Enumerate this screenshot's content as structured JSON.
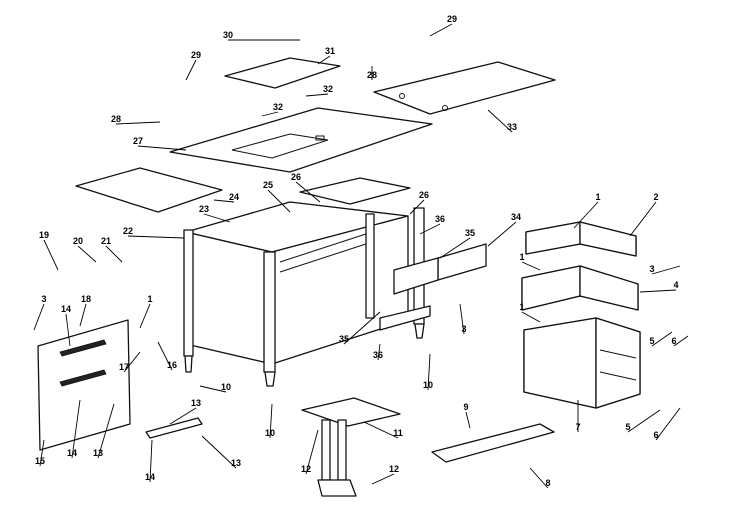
{
  "callouts": [
    {
      "id": "c30",
      "text": "30"
    },
    {
      "id": "c31",
      "text": "31"
    },
    {
      "id": "c29a",
      "text": "29"
    },
    {
      "id": "c29b",
      "text": "29"
    },
    {
      "id": "c28a",
      "text": "28"
    },
    {
      "id": "c28b",
      "text": "28"
    },
    {
      "id": "c32a",
      "text": "32"
    },
    {
      "id": "c32b",
      "text": "32"
    },
    {
      "id": "c33",
      "text": "33"
    },
    {
      "id": "c27",
      "text": "27"
    },
    {
      "id": "c24",
      "text": "24"
    },
    {
      "id": "c25",
      "text": "25"
    },
    {
      "id": "c26a",
      "text": "26"
    },
    {
      "id": "c26b",
      "text": "26"
    },
    {
      "id": "c23",
      "text": "23"
    },
    {
      "id": "c22",
      "text": "22"
    },
    {
      "id": "c19",
      "text": "19"
    },
    {
      "id": "c20",
      "text": "20"
    },
    {
      "id": "c21",
      "text": "21"
    },
    {
      "id": "c36a",
      "text": "36"
    },
    {
      "id": "c36b",
      "text": "36"
    },
    {
      "id": "c34",
      "text": "34"
    },
    {
      "id": "c35a",
      "text": "35"
    },
    {
      "id": "c35b",
      "text": "35"
    },
    {
      "id": "c1a",
      "text": "1"
    },
    {
      "id": "c1b",
      "text": "1"
    },
    {
      "id": "c1c",
      "text": "1"
    },
    {
      "id": "c1d",
      "text": "1"
    },
    {
      "id": "c2",
      "text": "2"
    },
    {
      "id": "c3a",
      "text": "3"
    },
    {
      "id": "c3b",
      "text": "3"
    },
    {
      "id": "c3c",
      "text": "3"
    },
    {
      "id": "c4",
      "text": "4"
    },
    {
      "id": "c5a",
      "text": "5"
    },
    {
      "id": "c5b",
      "text": "5"
    },
    {
      "id": "c6a",
      "text": "6"
    },
    {
      "id": "c6b",
      "text": "6"
    },
    {
      "id": "c7",
      "text": "7"
    },
    {
      "id": "c18",
      "text": "18"
    },
    {
      "id": "c14a",
      "text": "14"
    },
    {
      "id": "c14b",
      "text": "14"
    },
    {
      "id": "c14c",
      "text": "14"
    },
    {
      "id": "c15",
      "text": "15"
    },
    {
      "id": "c13a",
      "text": "13"
    },
    {
      "id": "c13b",
      "text": "13"
    },
    {
      "id": "c13c",
      "text": "13"
    },
    {
      "id": "c17",
      "text": "17"
    },
    {
      "id": "c16",
      "text": "16"
    },
    {
      "id": "c10a",
      "text": "10"
    },
    {
      "id": "c10b",
      "text": "10"
    },
    {
      "id": "c10c",
      "text": "10"
    },
    {
      "id": "c11",
      "text": "11"
    },
    {
      "id": "c12a",
      "text": "12"
    },
    {
      "id": "c12b",
      "text": "12"
    },
    {
      "id": "c9",
      "text": "9"
    },
    {
      "id": "c8",
      "text": "8"
    }
  ]
}
